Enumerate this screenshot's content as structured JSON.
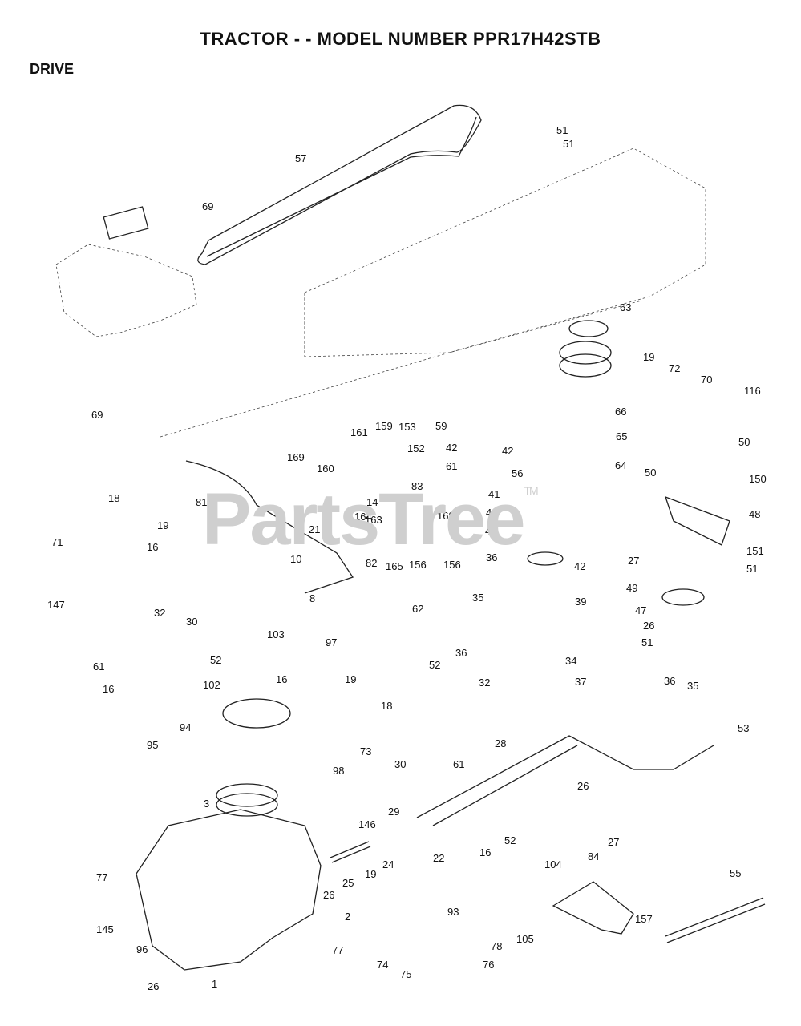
{
  "header": {
    "title": "TRACTOR - - MODEL NUMBER PPR17H42STB",
    "section": "DRIVE"
  },
  "watermark": {
    "brand": "PartsTree",
    "mark": "TM"
  },
  "callouts": [
    {
      "label": "51"
    },
    {
      "label": "51"
    },
    {
      "label": "57"
    },
    {
      "label": "69"
    },
    {
      "label": "63"
    },
    {
      "label": "19"
    },
    {
      "label": "72"
    },
    {
      "label": "70"
    },
    {
      "label": "116"
    },
    {
      "label": "69"
    },
    {
      "label": "59"
    },
    {
      "label": "66"
    },
    {
      "label": "161"
    },
    {
      "label": "159"
    },
    {
      "label": "153"
    },
    {
      "label": "152"
    },
    {
      "label": "42"
    },
    {
      "label": "42"
    },
    {
      "label": "65"
    },
    {
      "label": "50"
    },
    {
      "label": "160"
    },
    {
      "label": "169"
    },
    {
      "label": "61"
    },
    {
      "label": "64"
    },
    {
      "label": "50"
    },
    {
      "label": "56"
    },
    {
      "label": "150"
    },
    {
      "label": "83"
    },
    {
      "label": "41"
    },
    {
      "label": "18"
    },
    {
      "label": "81"
    },
    {
      "label": "14"
    },
    {
      "label": "164"
    },
    {
      "label": "42"
    },
    {
      "label": "48"
    },
    {
      "label": "168"
    },
    {
      "label": "163"
    },
    {
      "label": "19"
    },
    {
      "label": "21"
    },
    {
      "label": "40"
    },
    {
      "label": "71"
    },
    {
      "label": "16"
    },
    {
      "label": "27"
    },
    {
      "label": "151"
    },
    {
      "label": "10"
    },
    {
      "label": "82"
    },
    {
      "label": "165"
    },
    {
      "label": "156"
    },
    {
      "label": "156"
    },
    {
      "label": "36"
    },
    {
      "label": "42"
    },
    {
      "label": "51"
    },
    {
      "label": "49"
    },
    {
      "label": "8"
    },
    {
      "label": "147"
    },
    {
      "label": "35"
    },
    {
      "label": "47"
    },
    {
      "label": "62"
    },
    {
      "label": "39"
    },
    {
      "label": "32"
    },
    {
      "label": "26"
    },
    {
      "label": "30"
    },
    {
      "label": "51"
    },
    {
      "label": "36"
    },
    {
      "label": "103"
    },
    {
      "label": "97"
    },
    {
      "label": "52"
    },
    {
      "label": "34"
    },
    {
      "label": "61"
    },
    {
      "label": "52"
    },
    {
      "label": "16"
    },
    {
      "label": "32"
    },
    {
      "label": "37"
    },
    {
      "label": "102"
    },
    {
      "label": "16"
    },
    {
      "label": "19"
    },
    {
      "label": "36"
    },
    {
      "label": "35"
    },
    {
      "label": "18"
    },
    {
      "label": "94"
    },
    {
      "label": "53"
    },
    {
      "label": "73"
    },
    {
      "label": "30"
    },
    {
      "label": "61"
    },
    {
      "label": "28"
    },
    {
      "label": "95"
    },
    {
      "label": "98"
    },
    {
      "label": "26"
    },
    {
      "label": "3"
    },
    {
      "label": "29"
    },
    {
      "label": "146"
    },
    {
      "label": "27"
    },
    {
      "label": "22"
    },
    {
      "label": "52"
    },
    {
      "label": "104"
    },
    {
      "label": "84"
    },
    {
      "label": "77"
    },
    {
      "label": "16"
    },
    {
      "label": "19"
    },
    {
      "label": "24"
    },
    {
      "label": "25"
    },
    {
      "label": "26"
    },
    {
      "label": "93"
    },
    {
      "label": "55"
    },
    {
      "label": "157"
    },
    {
      "label": "2"
    },
    {
      "label": "145"
    },
    {
      "label": "105"
    },
    {
      "label": "96"
    },
    {
      "label": "77"
    },
    {
      "label": "78"
    },
    {
      "label": "74"
    },
    {
      "label": "75"
    },
    {
      "label": "76"
    },
    {
      "label": "26"
    },
    {
      "label": "1"
    }
  ]
}
